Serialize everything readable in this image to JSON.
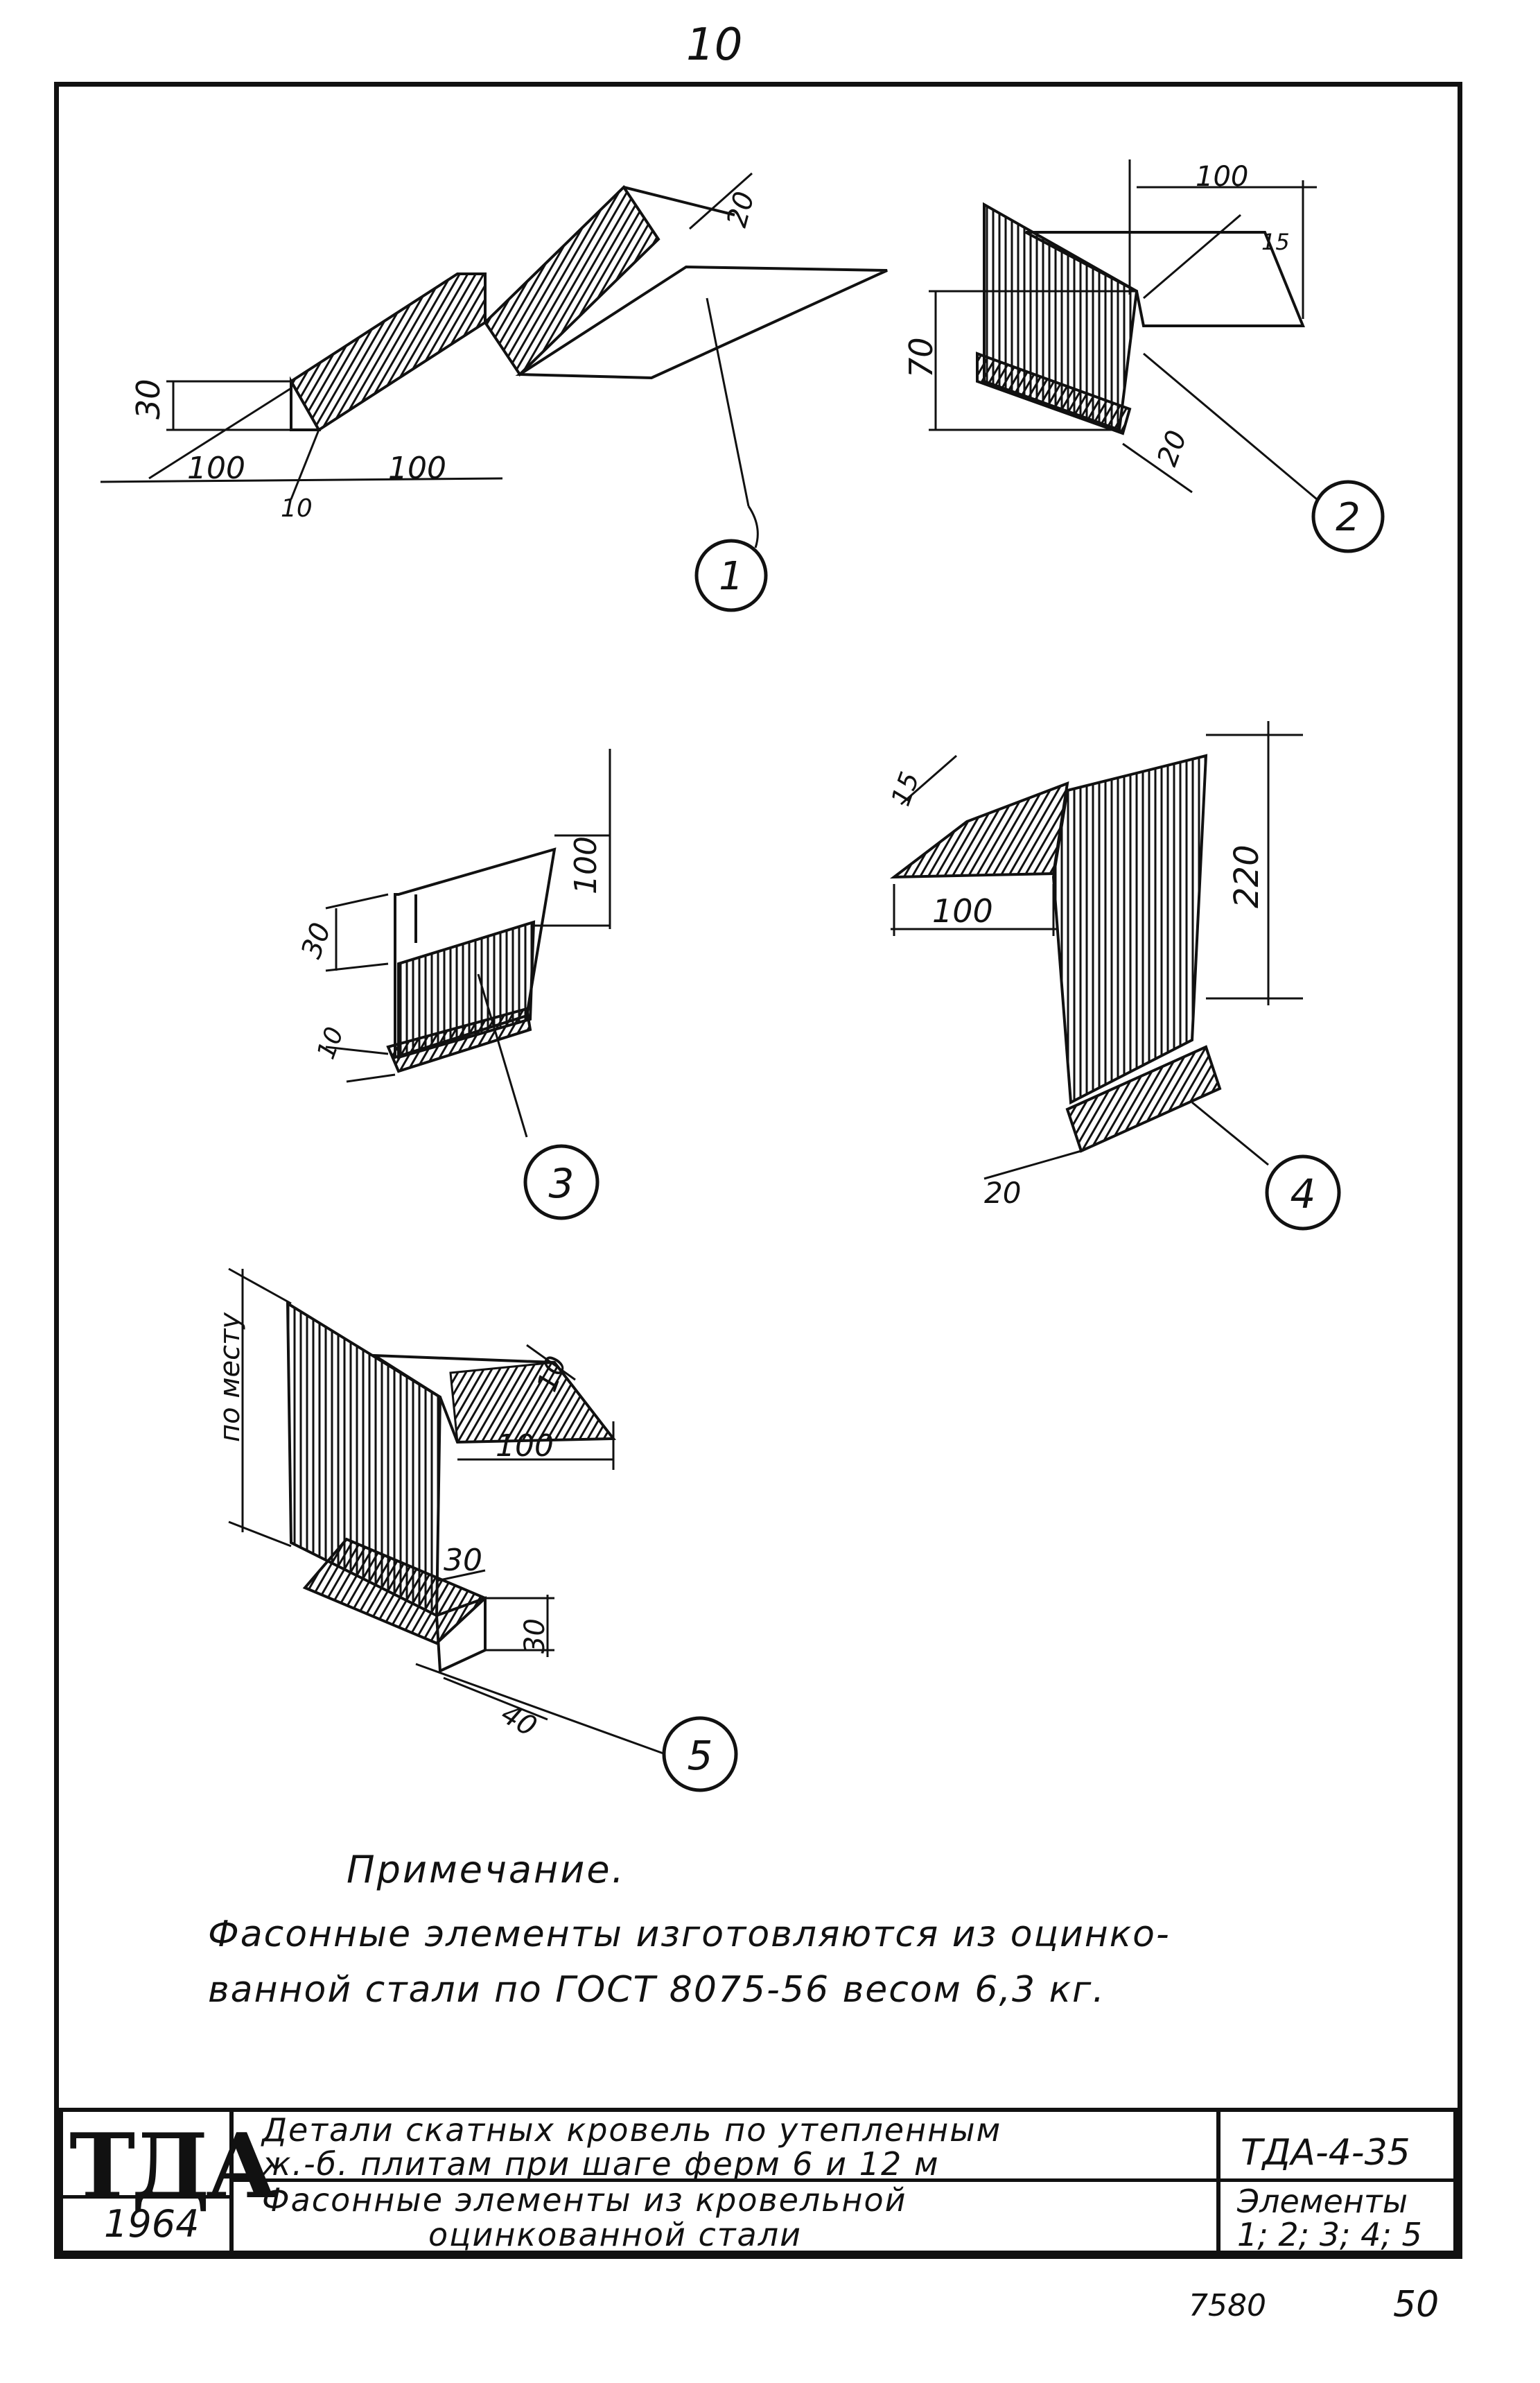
{
  "page_number": "10",
  "callouts": [
    "1",
    "2",
    "3",
    "4",
    "5"
  ],
  "dimensions": {
    "e1": [
      "30",
      "100",
      "10",
      "100",
      "20"
    ],
    "e2": [
      "100",
      "15",
      "70",
      "20"
    ],
    "e3": [
      "100",
      "30",
      "10"
    ],
    "e4": [
      "15",
      "100",
      "220",
      "20"
    ],
    "e5": [
      "по месту",
      "10",
      "100",
      "30",
      "30",
      "40"
    ]
  },
  "note": {
    "title": "Примечание.",
    "line1": "Фасонные элементы изготовляются из оцинко-",
    "line2": "ванной стали по ГОСТ 8075-56 весом 6,3 кг."
  },
  "title_block": {
    "logo": "ТДА",
    "year": "1964",
    "title_line1": "Детали скатных кровель по утепленным",
    "title_line2": "ж.-б. плитам при шаге ферм 6 и 12 м",
    "subtitle_line1": "Фасонные элементы из кровельной",
    "subtitle_line2": "оцинкованной стали",
    "code": "ТДА-4-35",
    "elements_label": "Элементы",
    "elements_list": "1; 2; 3; 4; 5"
  },
  "archive_number": "7580",
  "sheet_number": "50"
}
